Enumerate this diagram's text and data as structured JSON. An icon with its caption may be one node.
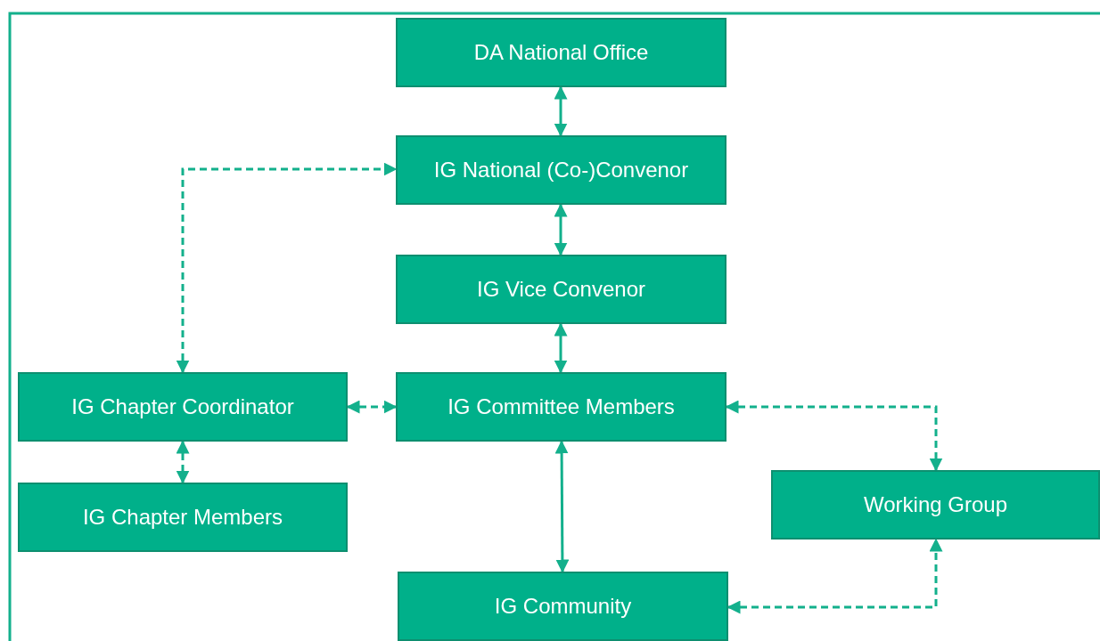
{
  "diagram": {
    "nodes": [
      {
        "text": [
          "DA National Office"
        ]
      },
      {
        "text": [
          "IG National (Co-)Convenor"
        ]
      },
      {
        "text": [
          "IG Vice Convenor"
        ]
      },
      {
        "text": [
          "IG Chapter Coordinator"
        ]
      },
      {
        "text": [
          "IG Committee Members"
        ]
      },
      {
        "text": [
          "IG Chapter Members"
        ]
      },
      {
        "text": [
          "Working Group"
        ]
      },
      {
        "text": [
          "IG Community"
        ]
      }
    ],
    "edges": [
      {
        "from": 0,
        "to": 1,
        "arrow": "both"
      },
      {
        "from": 1,
        "to": 2,
        "arrow": "both"
      },
      {
        "from": 2,
        "to": 4,
        "arrow": "both"
      },
      {
        "from": 4,
        "to": 7,
        "arrow": "both"
      },
      {
        "from": 3,
        "to": 1,
        "arrow": "both",
        "style": "dashed"
      },
      {
        "from": 3,
        "to": 4,
        "arrow": "both",
        "style": "dashed"
      },
      {
        "from": 3,
        "to": 5,
        "arrow": "both",
        "style": "dashed"
      },
      {
        "from": 4,
        "to": 6,
        "arrow": "both",
        "style": "dashed"
      },
      {
        "from": 7,
        "to": 6,
        "arrow": "both",
        "style": "dashed"
      }
    ]
  }
}
